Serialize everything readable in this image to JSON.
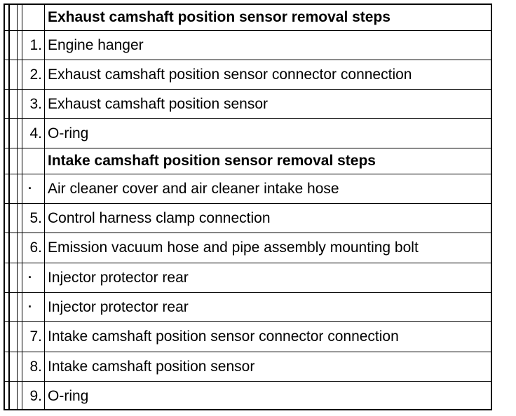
{
  "table": {
    "rows": [
      {
        "marker": "",
        "text": "Exhaust camshaft position sensor removal steps",
        "heading": true
      },
      {
        "marker": "1.",
        "text": "Engine hanger"
      },
      {
        "marker": "2.",
        "text": "Exhaust camshaft position sensor connector connection"
      },
      {
        "marker": "3.",
        "text": "Exhaust camshaft position sensor"
      },
      {
        "marker": "4.",
        "text": "O-ring"
      },
      {
        "marker": "",
        "text": "Intake camshaft position sensor removal steps",
        "heading": true
      },
      {
        "marker": "·",
        "text": "Air cleaner cover and air cleaner intake hose"
      },
      {
        "marker": "5.",
        "text": "Control harness clamp connection"
      },
      {
        "marker": "6.",
        "text": "Emission vacuum hose and pipe assembly mounting bolt"
      },
      {
        "marker": "·",
        "text": "Injector protector rear"
      },
      {
        "marker": "·",
        "text": "Injector protector rear"
      },
      {
        "marker": "7.",
        "text": "Intake camshaft position sensor connector connection"
      },
      {
        "marker": "8.",
        "text": "Intake camshaft position sensor"
      },
      {
        "marker": "9.",
        "text": "O-ring"
      }
    ]
  }
}
